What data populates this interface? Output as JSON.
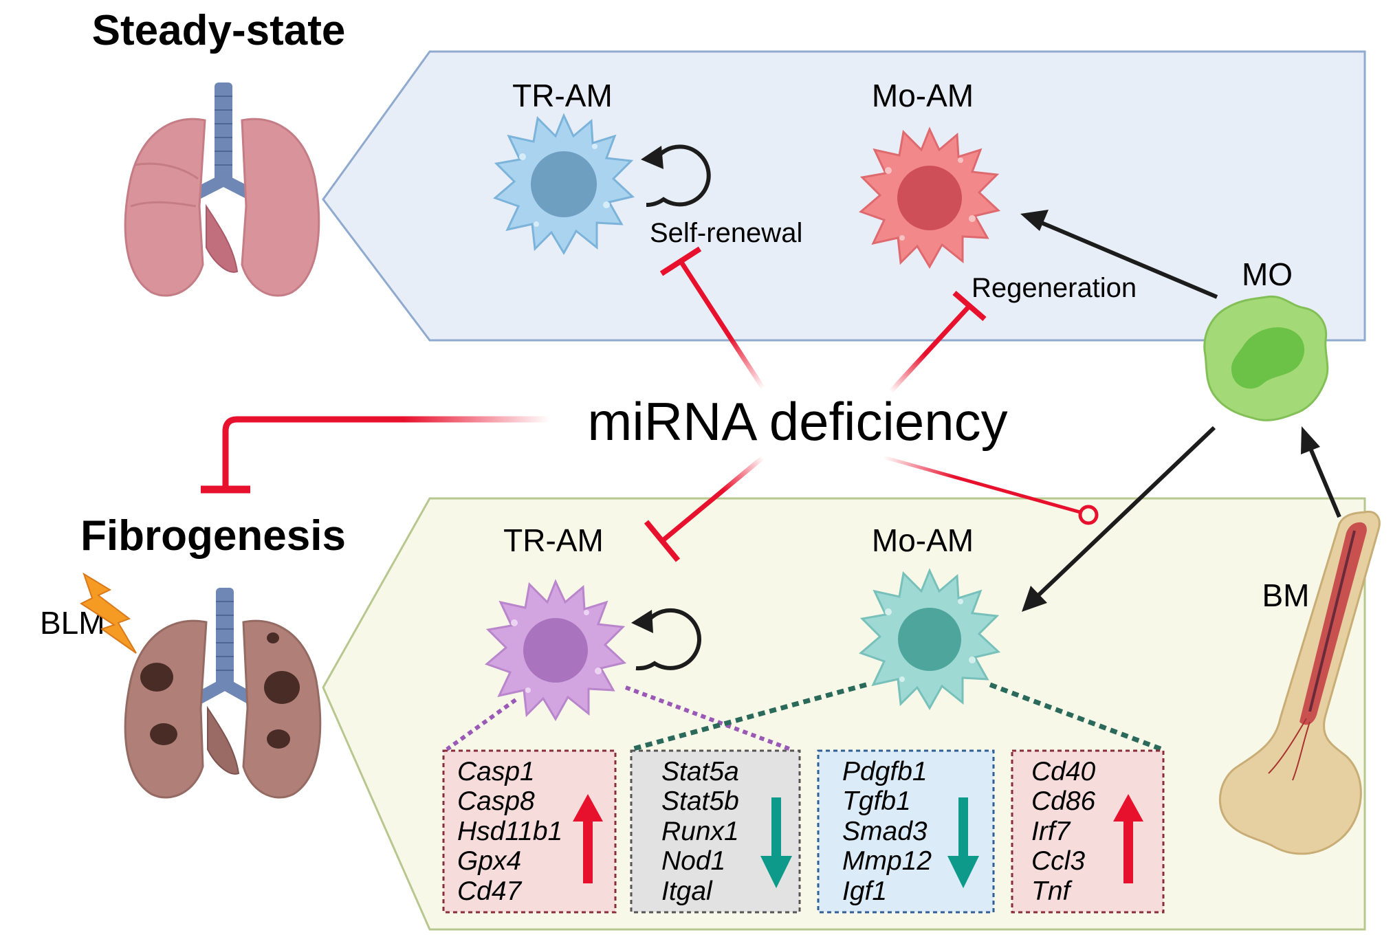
{
  "labels": {
    "steady_state": "Steady-state",
    "fibrogenesis": "Fibrogenesis",
    "blm": "BLM",
    "mo": "MO",
    "bm": "BM",
    "tr_am_top": "TR-AM",
    "mo_am_top": "Mo-AM",
    "tr_am_bottom": "TR-AM",
    "mo_am_bottom": "Mo-AM",
    "self_renewal": "Self-renewal",
    "regeneration": "Regeneration",
    "mirna_deficiency": "miRNA deficiency"
  },
  "gene_boxes": [
    {
      "genes": [
        "Casp1",
        "Casp8",
        "Hsd11b1",
        "Gpx4",
        "Cd47"
      ],
      "direction": "up",
      "fill": "#f7dcdc",
      "border": "#8a2d3a",
      "arrow_color": "#e8112d"
    },
    {
      "genes": [
        "Stat5a",
        "Stat5b",
        "Runx1",
        "Nod1",
        "Itgal"
      ],
      "direction": "down",
      "fill": "#e2e2e2",
      "border": "#555555",
      "arrow_color": "#0d9a8a"
    },
    {
      "genes": [
        "Pdgfb1",
        "Tgfb1",
        "Smad3",
        "Mmp12",
        "Igf1"
      ],
      "direction": "down",
      "fill": "#dcebf8",
      "border": "#2f5f96",
      "arrow_color": "#0d9a8a"
    },
    {
      "genes": [
        "Cd40",
        "Cd86",
        "Irf7",
        "Ccl3",
        "Tnf"
      ],
      "direction": "up",
      "fill": "#f7dcdc",
      "border": "#8a2d3a",
      "arrow_color": "#e8112d"
    }
  ],
  "colors": {
    "inhibition": "#e8112d",
    "top_panel_fill": "#e8eef8",
    "top_panel_border": "#8fa9cf",
    "bottom_panel_fill": "#f7f8e8",
    "bottom_panel_border": "#b7c78f",
    "tr_am_steady": "#a9d3ee",
    "mo_am_steady": "#f2888a",
    "tr_am_fibro": "#d3a5e0",
    "mo_am_fibro": "#9fd9d4",
    "monocyte": "#a3d977",
    "lung_healthy": "#d9939b",
    "lung_fibrotic": "#b08078"
  }
}
